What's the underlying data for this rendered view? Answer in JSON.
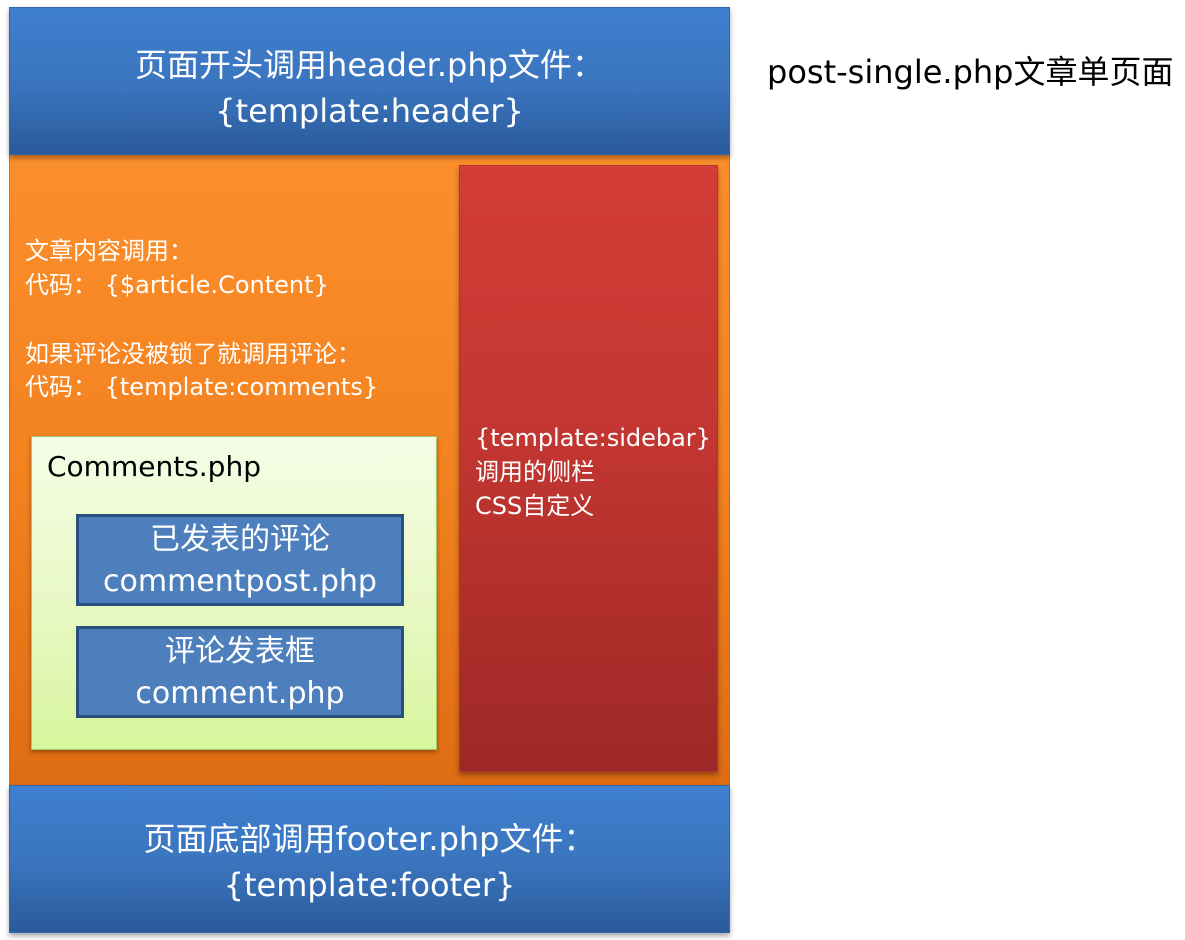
{
  "page_label": "post-single.php文章单页面",
  "header": {
    "line1": "页面开头调用header.php文件：",
    "line2": "{template:header}"
  },
  "main": {
    "content_label": "文章内容调用：",
    "content_code": "代码： {$article.Content}",
    "comments_label": "如果评论没被锁了就调用评论：",
    "comments_code": "代码： {template:comments}"
  },
  "comments_panel": {
    "title": "Comments.php",
    "posted": {
      "line1": "已发表的评论",
      "line2": "commentpost.php"
    },
    "form": {
      "line1": "评论发表框",
      "line2": "comment.php"
    }
  },
  "sidebar": {
    "line1": "{template:sidebar}",
    "line2": "调用的侧栏",
    "line3": "CSS自定义"
  },
  "footer": {
    "line1": "页面底部调用footer.php文件：",
    "line2": "{template:footer}"
  },
  "colors": {
    "header_blue": "#3a74bd",
    "body_orange": "#f3821f",
    "sidebar_red": "#c23631",
    "comments_green": "#e8f8c4",
    "inner_blue": "#4d7fbd"
  }
}
